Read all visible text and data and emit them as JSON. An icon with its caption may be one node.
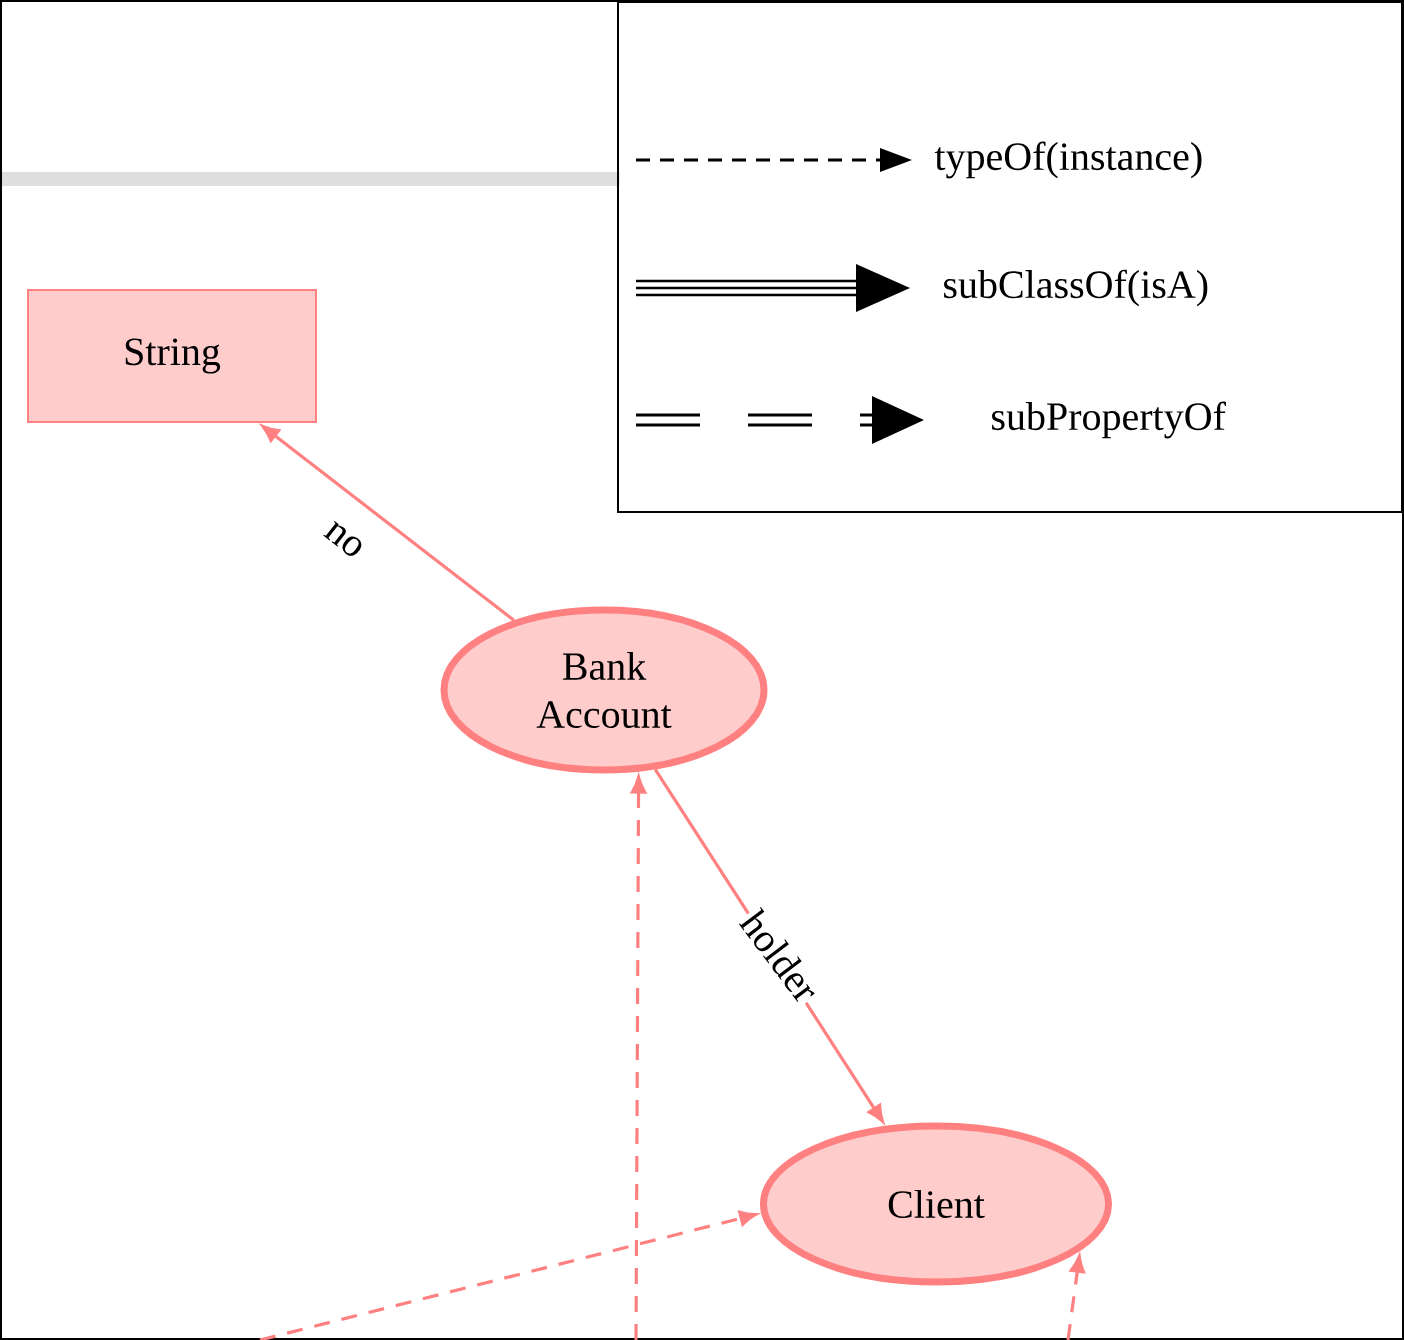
{
  "diagram": {
    "nodes": [
      {
        "text": [
          "String"
        ]
      },
      {
        "text": [
          "Bank Account"
        ]
      },
      {
        "text": [
          "Client"
        ]
      }
    ],
    "edges": [
      {
        "from": 1,
        "to": 0,
        "arrow": "to",
        "label": "no"
      },
      {
        "from": 1,
        "to": 2,
        "arrow": "to",
        "label": "holder"
      },
      {
        "from": null,
        "to": 1,
        "arrow": "to",
        "style": "dashed"
      },
      {
        "from": null,
        "to": 2,
        "arrow": "to",
        "style": "dashed"
      },
      {
        "from": null,
        "to": 2,
        "arrow": "to",
        "style": "dashed"
      }
    ],
    "legend": [
      {
        "text": "typeOf(instance)"
      },
      {
        "text": "subClassOf(isA)"
      },
      {
        "text": "subPropertyOf"
      }
    ]
  }
}
